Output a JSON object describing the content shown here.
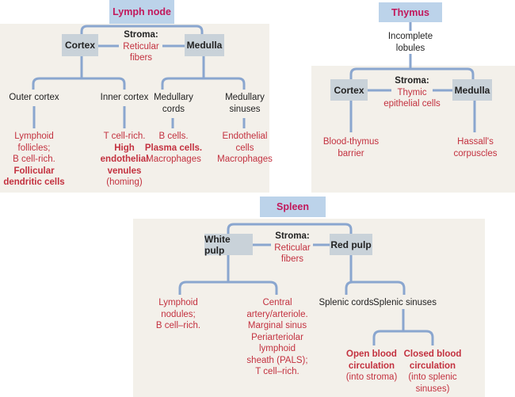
{
  "lymph_node": {
    "title": "Lymph node",
    "stroma_label": "Stroma:",
    "stroma_value": [
      "Reticular",
      "fibers"
    ],
    "cortex": "Cortex",
    "medulla": "Medulla",
    "outer_cortex": {
      "label": "Outer cortex",
      "lines": [
        {
          "text": "Lymphoid",
          "bold": false
        },
        {
          "text": "follicles;",
          "bold": false
        },
        {
          "text": "B cell-rich.",
          "bold": false
        },
        {
          "text": "Follicular",
          "bold": true
        },
        {
          "text": "dendritic cells",
          "bold": true
        }
      ]
    },
    "inner_cortex": {
      "label": "Inner cortex",
      "lines": [
        {
          "text": "T cell-rich.",
          "bold": false
        },
        {
          "text": "High",
          "bold": true
        },
        {
          "text": "endothelial",
          "bold": true
        },
        {
          "text": "venules",
          "bold": true
        },
        {
          "text": "(homing)",
          "bold": false
        }
      ]
    },
    "medullary_cords": {
      "label": [
        "Medullary",
        "cords"
      ],
      "lines": [
        {
          "text": "B cells.",
          "bold": false
        },
        {
          "text": "Plasma cells.",
          "bold": true
        },
        {
          "text": "Macrophages",
          "bold": false
        }
      ]
    },
    "medullary_sinuses": {
      "label": [
        "Medullary",
        "sinuses"
      ],
      "lines": [
        {
          "text": "Endothelial",
          "bold": false
        },
        {
          "text": "cells",
          "bold": false
        },
        {
          "text": "Macrophages",
          "bold": false
        }
      ]
    }
  },
  "thymus": {
    "title": "Thymus",
    "subtitle": [
      "Incomplete",
      "lobules"
    ],
    "stroma_label": "Stroma:",
    "stroma_value": [
      "Thymic",
      "epithelial cells"
    ],
    "cortex": "Cortex",
    "medulla": "Medulla",
    "cortex_detail": [
      "Blood-thymus",
      "barrier"
    ],
    "medulla_detail": [
      "Hassall's",
      "corpuscles"
    ]
  },
  "spleen": {
    "title": "Spleen",
    "stroma_label": "Stroma:",
    "stroma_value": [
      "Reticular",
      "fibers"
    ],
    "white_pulp": "White pulp",
    "red_pulp": "Red pulp",
    "lymphoid_nodules": [
      "Lymphoid",
      "nodules;",
      "B cell–rich."
    ],
    "central_artery": [
      "Central",
      "artery/arteriole.",
      "Marginal sinus",
      "Periarteriolar",
      "lymphoid",
      "sheath (PALS);",
      "T cell–rich."
    ],
    "splenic_cords": "Splenic cords",
    "splenic_sinuses": "Splenic sinuses",
    "open_circulation": {
      "bold": [
        "Open blood",
        "circulation"
      ],
      "normal": [
        "(into stroma)"
      ]
    },
    "closed_circulation": {
      "bold": [
        "Closed blood",
        "circulation"
      ],
      "normal": [
        "(into splenic",
        "sinuses)"
      ]
    }
  },
  "colors": {
    "title_bg": "#bcd3ea",
    "title_text": "#c2185b",
    "node_bg": "#c9d2d9",
    "panel_bg": "#f3f0ea",
    "connector": "#8aa6cf",
    "detail_text": "#c3313f"
  }
}
